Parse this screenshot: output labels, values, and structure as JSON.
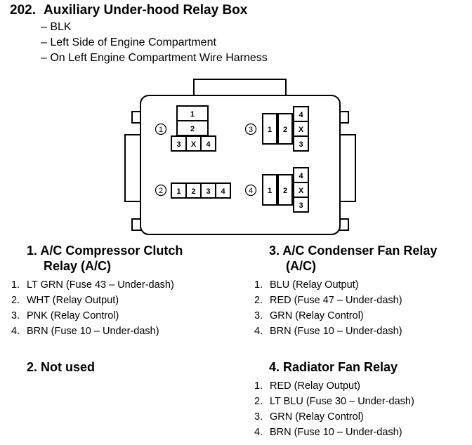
{
  "header": {
    "number": "202.",
    "title": "Auxiliary Under-hood Relay Box",
    "details": [
      "– BLK",
      "– Left Side of Engine Compartment",
      "– On Left Engine Compartment Wire Harness"
    ]
  },
  "diagram": {
    "groups": {
      "g1": {
        "marker": "1",
        "cells": [
          "1",
          "2",
          "3",
          "X",
          "4"
        ]
      },
      "g2": {
        "marker": "2",
        "cells": [
          "1",
          "2",
          "3",
          "4"
        ]
      },
      "g3": {
        "marker": "3",
        "cells": [
          "1",
          "2",
          "4",
          "X",
          "3"
        ]
      },
      "g4": {
        "marker": "4",
        "cells": [
          "1",
          "2",
          "4",
          "X",
          "3"
        ]
      }
    }
  },
  "sections": {
    "s1": {
      "heading": "1. A/C Compressor Clutch",
      "heading_cont": "Relay (A/C)",
      "items": [
        {
          "n": "1.",
          "text": "LT GRN (Fuse 43 – Under-dash)"
        },
        {
          "n": "2.",
          "text": "WHT (Relay Output)"
        },
        {
          "n": "3.",
          "text": "PNK (Relay Control)"
        },
        {
          "n": "4.",
          "text": "BRN (Fuse 10 – Under-dash)"
        }
      ]
    },
    "s2": {
      "heading": "2. Not used"
    },
    "s3": {
      "heading": "3. A/C Condenser Fan Relay",
      "heading_cont": "(A/C)",
      "items": [
        {
          "n": "1.",
          "text": "BLU (Relay Output)"
        },
        {
          "n": "2.",
          "text": "RED (Fuse 47 – Under-dash)"
        },
        {
          "n": "3.",
          "text": "GRN (Relay Control)"
        },
        {
          "n": "4.",
          "text": "BRN (Fuse 10 – Under-dash)"
        }
      ]
    },
    "s4": {
      "heading": "4. Radiator Fan Relay",
      "items": [
        {
          "n": "1.",
          "text": "RED (Relay Output)"
        },
        {
          "n": "2.",
          "text": "LT BLU (Fuse 30 – Under-dash)"
        },
        {
          "n": "3.",
          "text": "GRN (Relay Control)"
        },
        {
          "n": "4.",
          "text": "BRN (Fuse 10 – Under-dash)"
        }
      ]
    }
  }
}
